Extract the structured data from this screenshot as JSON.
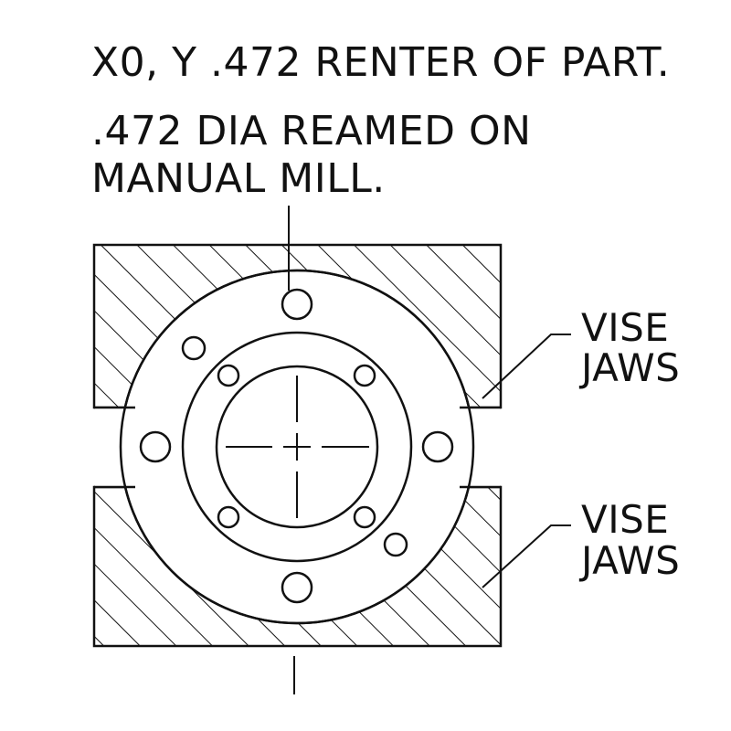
{
  "notes": {
    "origin": "X0, Y .472 RENTER OF PART.",
    "ream_line1": ".472 DIA REAMED ON",
    "ream_line2": "MANUAL MILL."
  },
  "callouts": {
    "upper_vise_line1": "VISE",
    "upper_vise_line2": "JAWS",
    "lower_vise_line1": "VISE",
    "lower_vise_line2": "JAWS"
  },
  "colors": {
    "ink": "#111111",
    "paper": "#ffffff"
  }
}
